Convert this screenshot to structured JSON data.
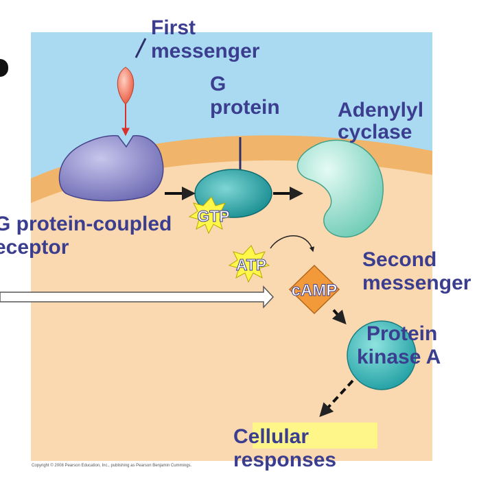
{
  "labels": {
    "first_messenger": [
      "First",
      "messenger"
    ],
    "g_protein": [
      "G",
      "protein"
    ],
    "adenylyl_cyclase": [
      "Adenylyl",
      "cyclase"
    ],
    "gpcr": [
      "G protein-coupled",
      "eceptor"
    ],
    "second_messenger": [
      "Second",
      "messenger"
    ],
    "protein_kinase_a": [
      "Protein",
      "kinase A"
    ],
    "cellular_responses": [
      "Cellular",
      "responses"
    ],
    "gtp": "GTP",
    "atp": "ATP",
    "camp": "cAMP"
  },
  "copyright": "Copyright © 2008 Pearson Education, Inc., publishing as Pearson Benjamin Cummings.",
  "colors": {
    "extracellular": "#a9daf2",
    "membrane": "#f0b56a",
    "cytoplasm": "#fad9b0",
    "label": "#3b3d8f",
    "highlight": "#fff68a"
  }
}
